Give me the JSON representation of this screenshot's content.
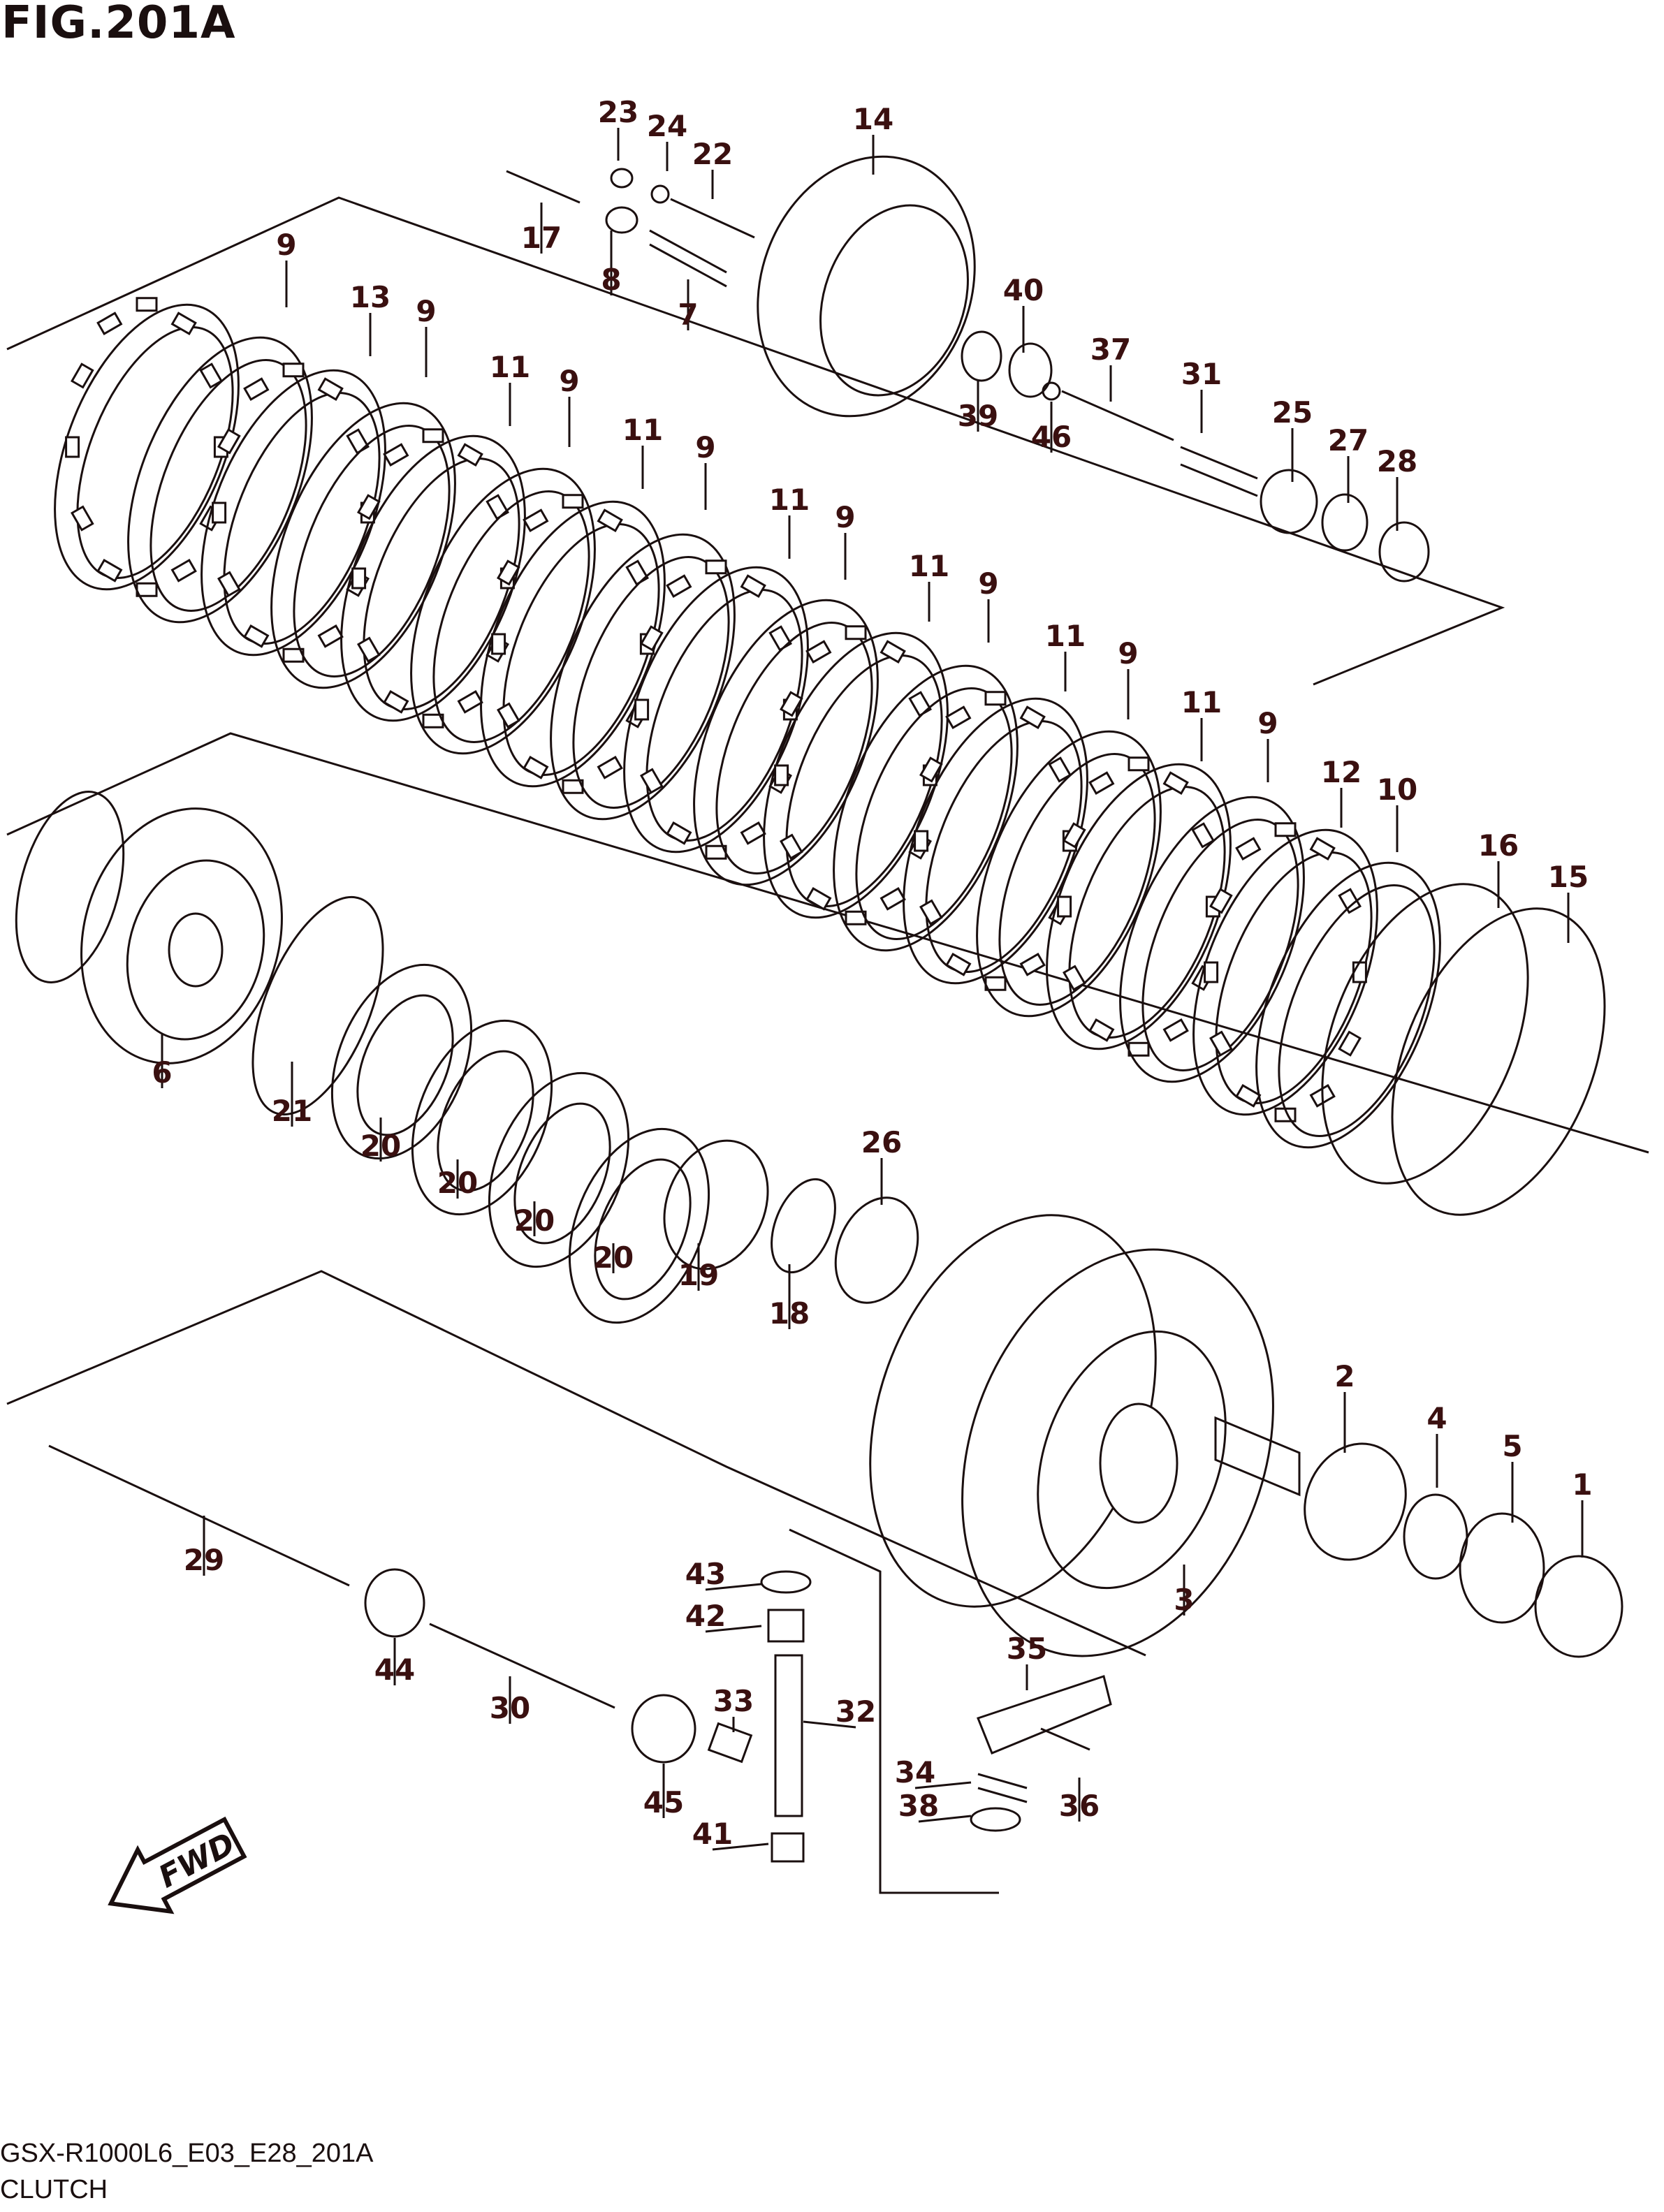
{
  "figure": {
    "title": "FIG.201A",
    "code": "GSX-R1000L6_E03_E28_201A",
    "name": "CLUTCH",
    "fwd_label": "FWD"
  },
  "parts": [
    "1",
    "2",
    "3",
    "4",
    "5",
    "6",
    "7",
    "8",
    "9",
    "10",
    "11",
    "12",
    "13",
    "14",
    "15",
    "16",
    "17",
    "18",
    "19",
    "20",
    "21",
    "22",
    "23",
    "24",
    "25",
    "26",
    "27",
    "28",
    "29",
    "30",
    "31",
    "32",
    "33",
    "34",
    "35",
    "36",
    "37",
    "38",
    "39",
    "40",
    "41",
    "42",
    "43",
    "44",
    "45",
    "46"
  ],
  "callouts": [
    {
      "id": "9",
      "n": "9"
    },
    {
      "id": "13",
      "n": "13"
    },
    {
      "id": "9",
      "n": "9"
    },
    {
      "id": "11",
      "n": "11"
    },
    {
      "id": "9",
      "n": "9"
    },
    {
      "id": "11",
      "n": "11"
    },
    {
      "id": "9",
      "n": "9"
    },
    {
      "id": "11",
      "n": "11"
    },
    {
      "id": "9",
      "n": "9"
    },
    {
      "id": "11",
      "n": "11"
    },
    {
      "id": "9",
      "n": "9"
    },
    {
      "id": "11",
      "n": "11"
    },
    {
      "id": "9",
      "n": "9"
    },
    {
      "id": "11",
      "n": "11"
    },
    {
      "id": "9",
      "n": "9"
    },
    {
      "id": "12",
      "n": "12"
    },
    {
      "id": "10",
      "n": "10"
    },
    {
      "id": "16",
      "n": "16"
    },
    {
      "id": "15",
      "n": "15"
    },
    {
      "id": "23",
      "n": "23"
    },
    {
      "id": "24",
      "n": "24"
    },
    {
      "id": "22",
      "n": "22"
    },
    {
      "id": "14",
      "n": "14"
    },
    {
      "id": "17",
      "n": "17"
    },
    {
      "id": "8",
      "n": "8"
    },
    {
      "id": "7",
      "n": "7"
    },
    {
      "id": "40",
      "n": "40"
    },
    {
      "id": "37",
      "n": "37"
    },
    {
      "id": "31",
      "n": "31"
    },
    {
      "id": "39",
      "n": "39"
    },
    {
      "id": "46",
      "n": "46"
    },
    {
      "id": "25",
      "n": "25"
    },
    {
      "id": "27",
      "n": "27"
    },
    {
      "id": "28",
      "n": "28"
    },
    {
      "id": "6",
      "n": "6"
    },
    {
      "id": "21",
      "n": "21"
    },
    {
      "id": "20",
      "n": "20"
    },
    {
      "id": "20",
      "n": "20"
    },
    {
      "id": "20",
      "n": "20"
    },
    {
      "id": "20",
      "n": "20"
    },
    {
      "id": "19",
      "n": "19"
    },
    {
      "id": "26",
      "n": "26"
    },
    {
      "id": "18",
      "n": "18"
    },
    {
      "id": "2",
      "n": "2"
    },
    {
      "id": "4",
      "n": "4"
    },
    {
      "id": "5",
      "n": "5"
    },
    {
      "id": "1",
      "n": "1"
    },
    {
      "id": "3",
      "n": "3"
    },
    {
      "id": "29",
      "n": "29"
    },
    {
      "id": "44",
      "n": "44"
    },
    {
      "id": "30",
      "n": "30"
    },
    {
      "id": "45",
      "n": "45"
    },
    {
      "id": "43",
      "n": "43"
    },
    {
      "id": "42",
      "n": "42"
    },
    {
      "id": "33",
      "n": "33"
    },
    {
      "id": "32",
      "n": "32"
    },
    {
      "id": "41",
      "n": "41"
    },
    {
      "id": "35",
      "n": "35"
    },
    {
      "id": "34",
      "n": "34"
    },
    {
      "id": "38",
      "n": "38"
    },
    {
      "id": "36",
      "n": "36"
    }
  ],
  "colors": {
    "ink": "#1a0f0f",
    "label": "#3a1010",
    "paper": "#ffffff"
  }
}
